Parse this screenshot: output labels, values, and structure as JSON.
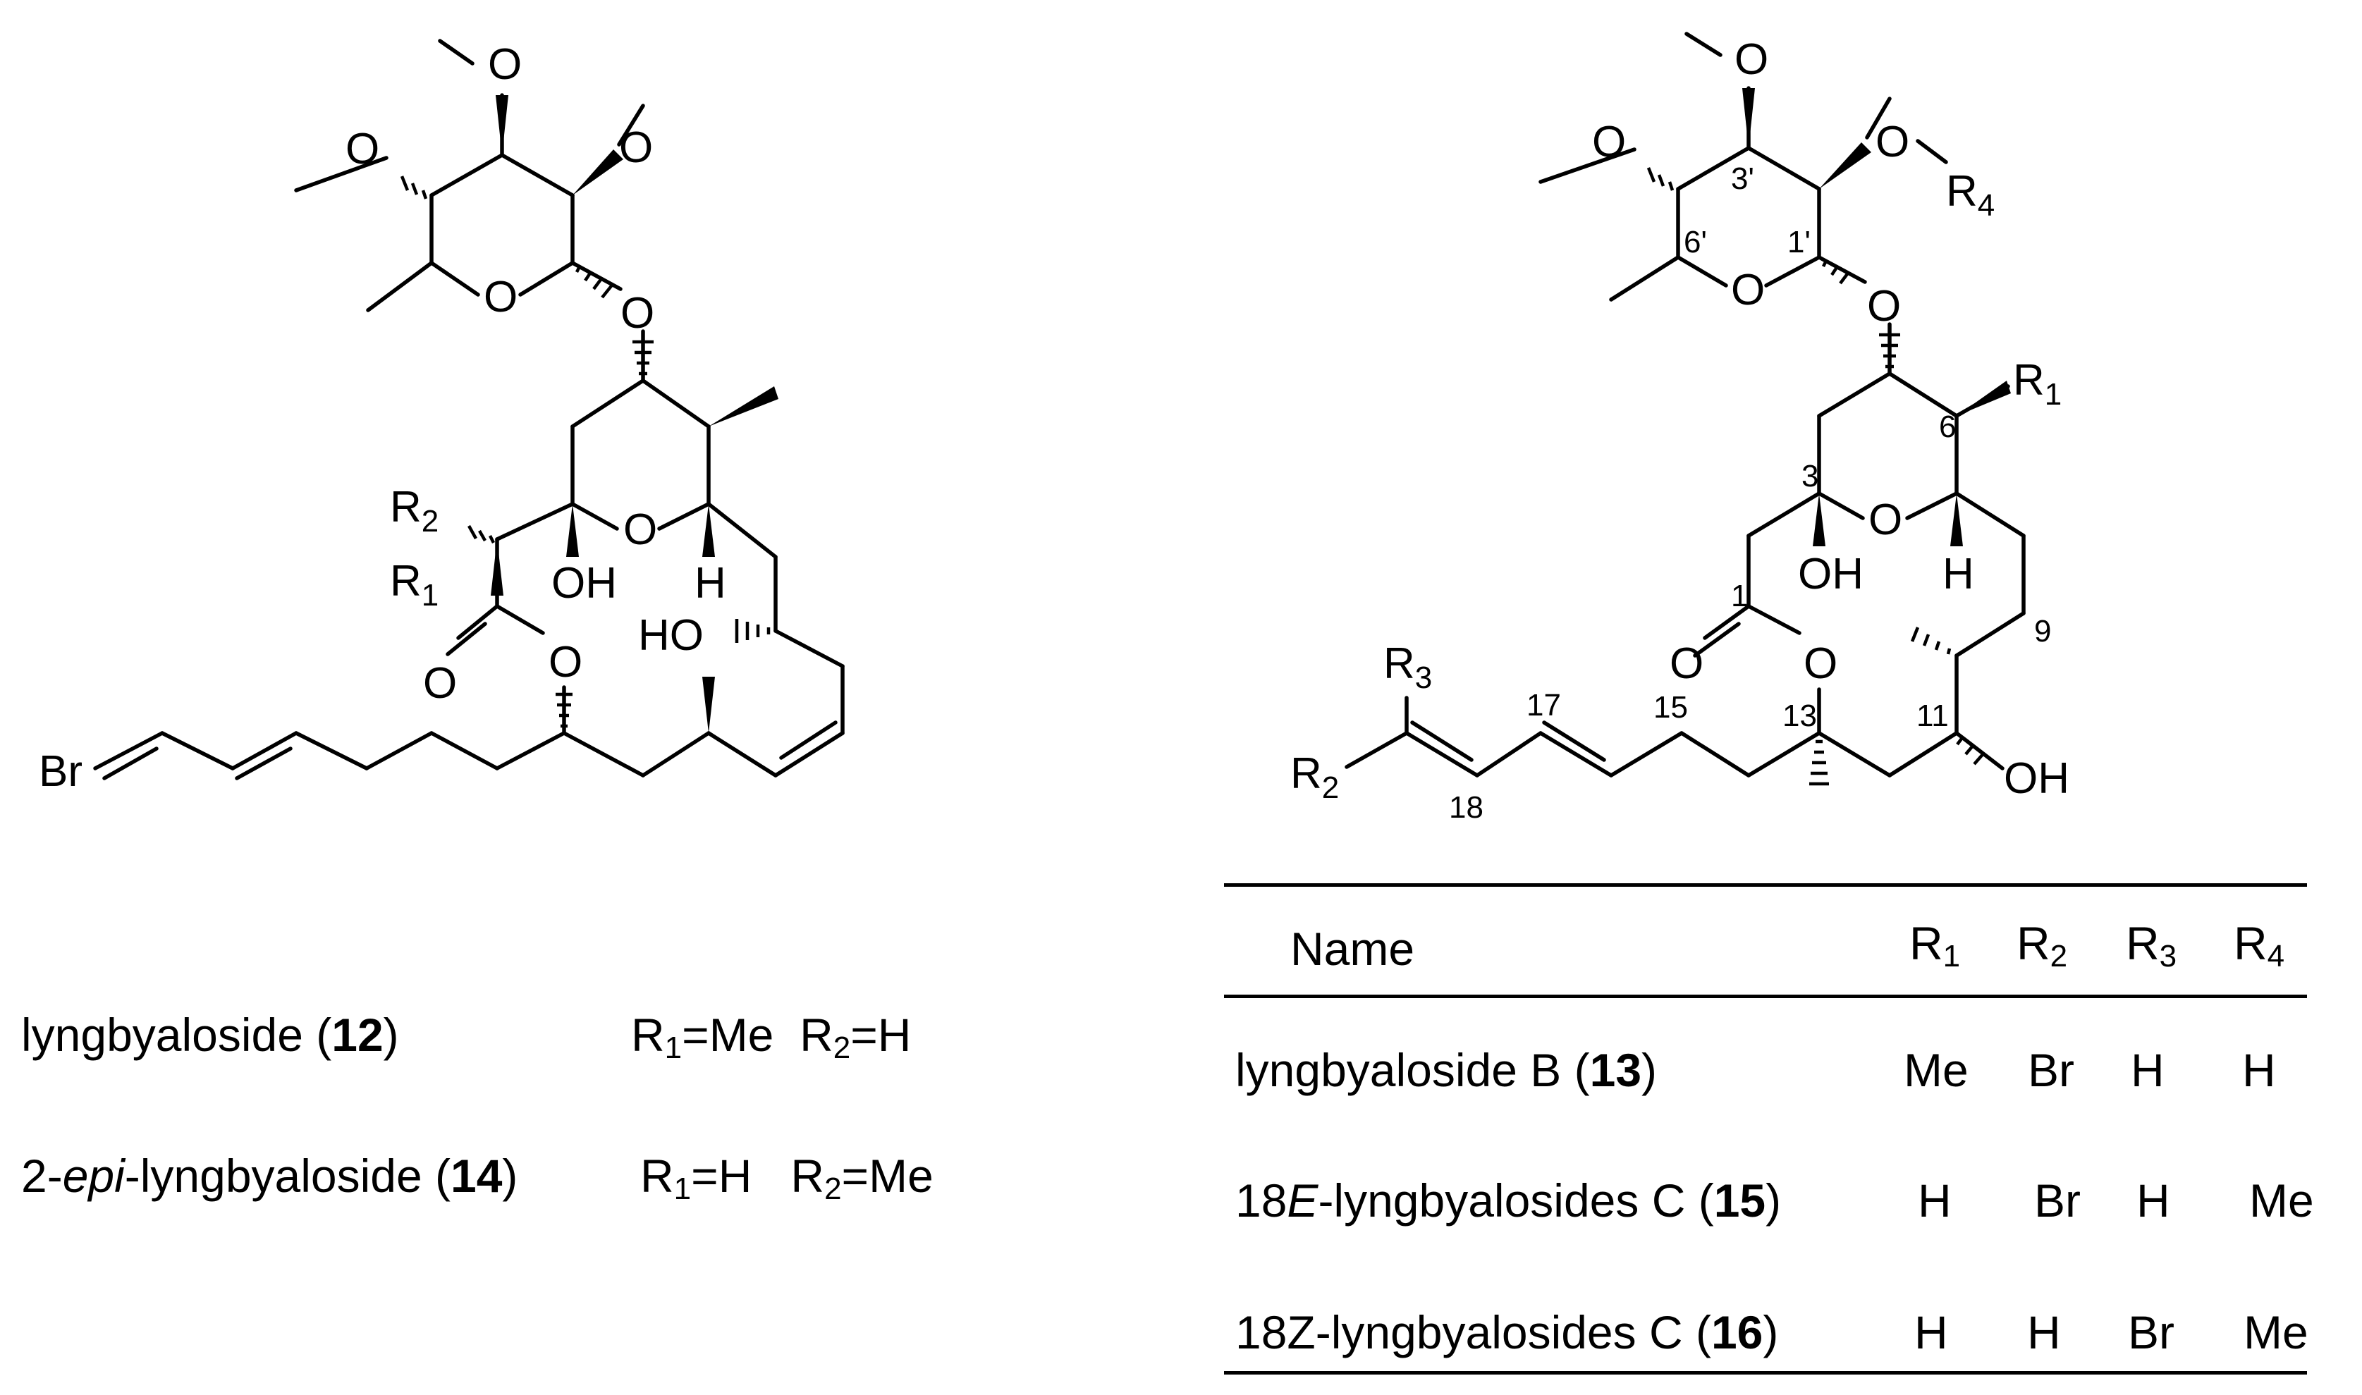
{
  "left_structure": {
    "atoms": {
      "o_top": "O",
      "o_left": "O",
      "o_right": "O",
      "o_ring": "O",
      "o_glyco": "O",
      "r2": "R",
      "r2_sub": "2",
      "r1": "R",
      "r1_sub": "1",
      "o_ring2": "O",
      "oh": "OH",
      "o_carbonyl": "O",
      "o_ester": "O",
      "h": "H",
      "ho": "HO",
      "br": "Br"
    }
  },
  "left_captions": [
    {
      "prefix": "lyngbyaloside (",
      "bold": "12",
      "suffix": ")",
      "subst_a": "R",
      "subst_a_sub": "1",
      "subst_a_val": "=Me",
      "subst_b": "R",
      "subst_b_sub": "2",
      "subst_b_val": "=H"
    },
    {
      "prefix": "2-",
      "italic": "epi",
      "middle": "-lyngbyaloside (",
      "bold": "14",
      "suffix": ")",
      "subst_a": "R",
      "subst_a_sub": "1",
      "subst_a_val": "=H",
      "subst_b": "R",
      "subst_b_sub": "2",
      "subst_b_val": "=Me"
    }
  ],
  "right_structure": {
    "atoms": {
      "o_top": "O",
      "o_left": "O",
      "o_r4": "O",
      "r4": "R",
      "r4_sub": "4",
      "o_ring": "O",
      "o_glyco": "O",
      "r1": "R",
      "r1_sub": "1",
      "o_ring2": "O",
      "oh_3": "OH",
      "h": "H",
      "o_carbonyl": "O",
      "o_ester": "O",
      "r3": "R",
      "r3_sub": "3",
      "r2": "R",
      "r2_sub": "2",
      "oh_11": "OH"
    },
    "numbers": {
      "n3p": "3'",
      "n6p": "6'",
      "n1p": "1'",
      "n6": "6",
      "n3": "3",
      "n1": "1",
      "n9": "9",
      "n15": "15",
      "n17": "17",
      "n13": "13",
      "n11": "11",
      "n18": "18"
    }
  },
  "table": {
    "header": {
      "name": "Name",
      "cols": [
        {
          "r": "R",
          "sub": "1"
        },
        {
          "r": "R",
          "sub": "2"
        },
        {
          "r": "R",
          "sub": "3"
        },
        {
          "r": "R",
          "sub": "4"
        }
      ]
    },
    "rows": [
      {
        "name_pre": "lyngbyaloside B (",
        "name_ital": "",
        "name_mid": "",
        "bold": "13",
        "name_post": ")",
        "r1": "Me",
        "r2": "Br",
        "r3": "H",
        "r4": "H"
      },
      {
        "name_pre": "18",
        "name_ital": "E",
        "name_mid": "-lyngbyalosides C (",
        "bold": "15",
        "name_post": ")",
        "r1": "H",
        "r2": "Br",
        "r3": "H",
        "r4": "Me"
      },
      {
        "name_pre": "18Z-lyngbyalosides C (",
        "name_ital": "",
        "name_mid": "",
        "bold": "16",
        "name_post": ")",
        "r1": "H",
        "r2": "H",
        "r3": "Br",
        "r4": "Me"
      }
    ]
  }
}
